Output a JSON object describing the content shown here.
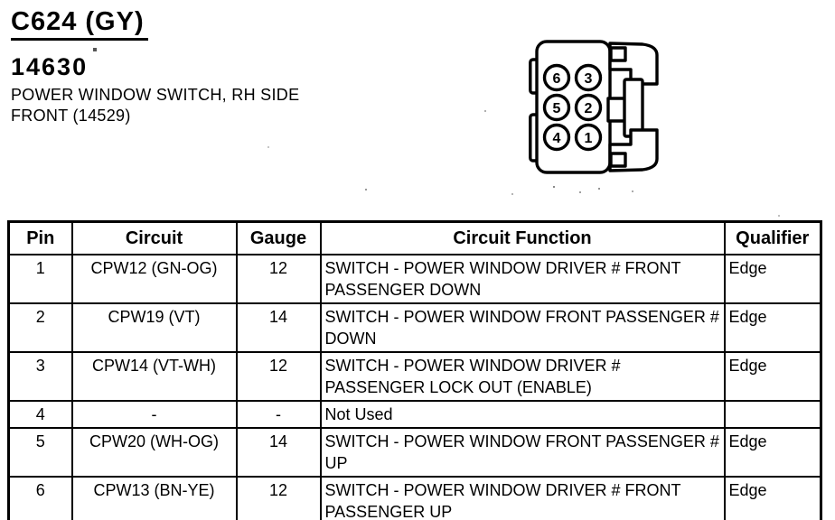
{
  "header": {
    "connector_id": "C624 (GY)",
    "part_number": "14630",
    "description_line1": "POWER WINDOW SWITCH, RH SIDE",
    "description_line2": "FRONT (14529)"
  },
  "connector_diagram": {
    "type": "6-cavity connector, rear view",
    "pins": [
      "6",
      "3",
      "5",
      "2",
      "4",
      "1"
    ]
  },
  "table": {
    "headers": [
      "Pin",
      "Circuit",
      "Gauge",
      "Circuit Function",
      "Qualifier"
    ],
    "rows": [
      {
        "pin": "1",
        "circuit": "CPW12 (GN-OG)",
        "gauge": "12",
        "function": "SWITCH - POWER WINDOW DRIVER # FRONT PASSENGER DOWN",
        "qualifier": "Edge"
      },
      {
        "pin": "2",
        "circuit": "CPW19 (VT)",
        "gauge": "14",
        "function": "SWITCH - POWER WINDOW FRONT PASSENGER # DOWN",
        "qualifier": "Edge"
      },
      {
        "pin": "3",
        "circuit": "CPW14 (VT-WH)",
        "gauge": "12",
        "function": "SWITCH - POWER WINDOW DRIVER # PASSENGER LOCK OUT (ENABLE)",
        "qualifier": "Edge"
      },
      {
        "pin": "4",
        "circuit": "-",
        "gauge": "-",
        "function": "Not Used",
        "qualifier": ""
      },
      {
        "pin": "5",
        "circuit": "CPW20 (WH-OG)",
        "gauge": "14",
        "function": "SWITCH - POWER WINDOW FRONT PASSENGER # UP",
        "qualifier": "Edge"
      },
      {
        "pin": "6",
        "circuit": "CPW13 (BN-YE)",
        "gauge": "12",
        "function": "SWITCH - POWER WINDOW DRIVER # FRONT PASSENGER UP",
        "qualifier": "Edge"
      }
    ]
  },
  "colors": {
    "ink": "#000000",
    "paper": "#ffffff"
  }
}
